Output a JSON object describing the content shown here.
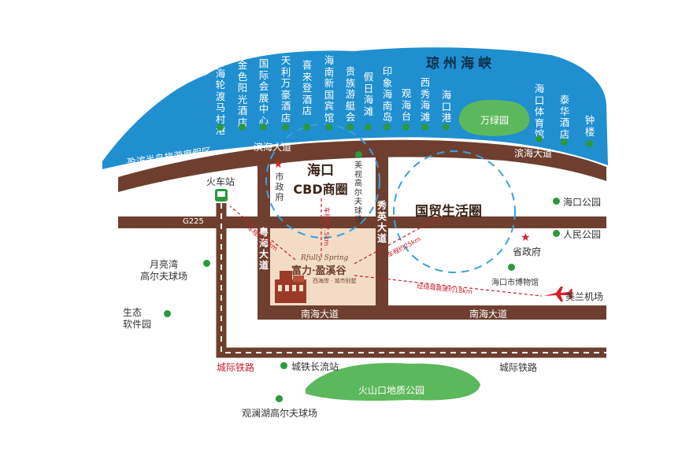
{
  "colors": {
    "sea": "#1f8fd0",
    "road": "#6e3f2e",
    "park": "#5cb85c",
    "cbd_area": "#f3dcc6",
    "circle": "#3aa0e0",
    "rail_label": "#c8202a",
    "distance_label": "#c8202a"
  },
  "sea": {
    "name": "琼州海峡"
  },
  "coast_pois": [
    "跨海轮渡马村港",
    "金色阳光酒店",
    "国际会展中心",
    "天利万豪酒店",
    "喜来登酒店",
    "海南新国宾馆",
    "贵族游艇会",
    "假日海滩",
    "印象海南岛",
    "观海台",
    "西秀海滩",
    "海口港",
    "海口体育馆",
    "泰华酒店",
    "钟楼"
  ],
  "wanlv_park": "万绿园",
  "resort": "盈滨半岛旅游度假区",
  "roads": {
    "binhai_left": "滨海大道",
    "binhai_right": "滨海大道",
    "g225": "G225",
    "yuehai": "粤海大道",
    "xiuying": "秀英大道",
    "nanhai_left": "南海大道",
    "nanhai_right": "南海大道",
    "rail_left": "城际铁路",
    "rail_right": "城际铁路"
  },
  "zones": {
    "cbd_line1": "海口",
    "cbd_line2": "CBD商圈",
    "guomao": "国贸生活圈"
  },
  "project": {
    "name": "富力·盈溪谷",
    "script": "Rfully Spring",
    "tagline": "西海岸 · 城市别墅"
  },
  "pois": {
    "train_station": "火车站",
    "city_gov": "市政府",
    "golf_meishi": "美视高尔夫球场",
    "haikou_park": "海口公园",
    "people_park": "人民公园",
    "prov_gov": "省政府",
    "museum": "海口市博物馆",
    "airport": "美兰机场",
    "yueliangwan_1": "月亮湾",
    "yueliangwan_2": "高尔夫球场",
    "software_1": "生态",
    "software_2": "软件园",
    "changliu": "城铁长流站",
    "volcano": "火山口地质公园",
    "guanlanhu": "观澜湖高尔夫球场"
  },
  "distances": {
    "d_left": "车程约13km",
    "d_up": "车程约7.5km",
    "d_right": "车程约25km",
    "d_airport": "经绕城高速约18km"
  }
}
